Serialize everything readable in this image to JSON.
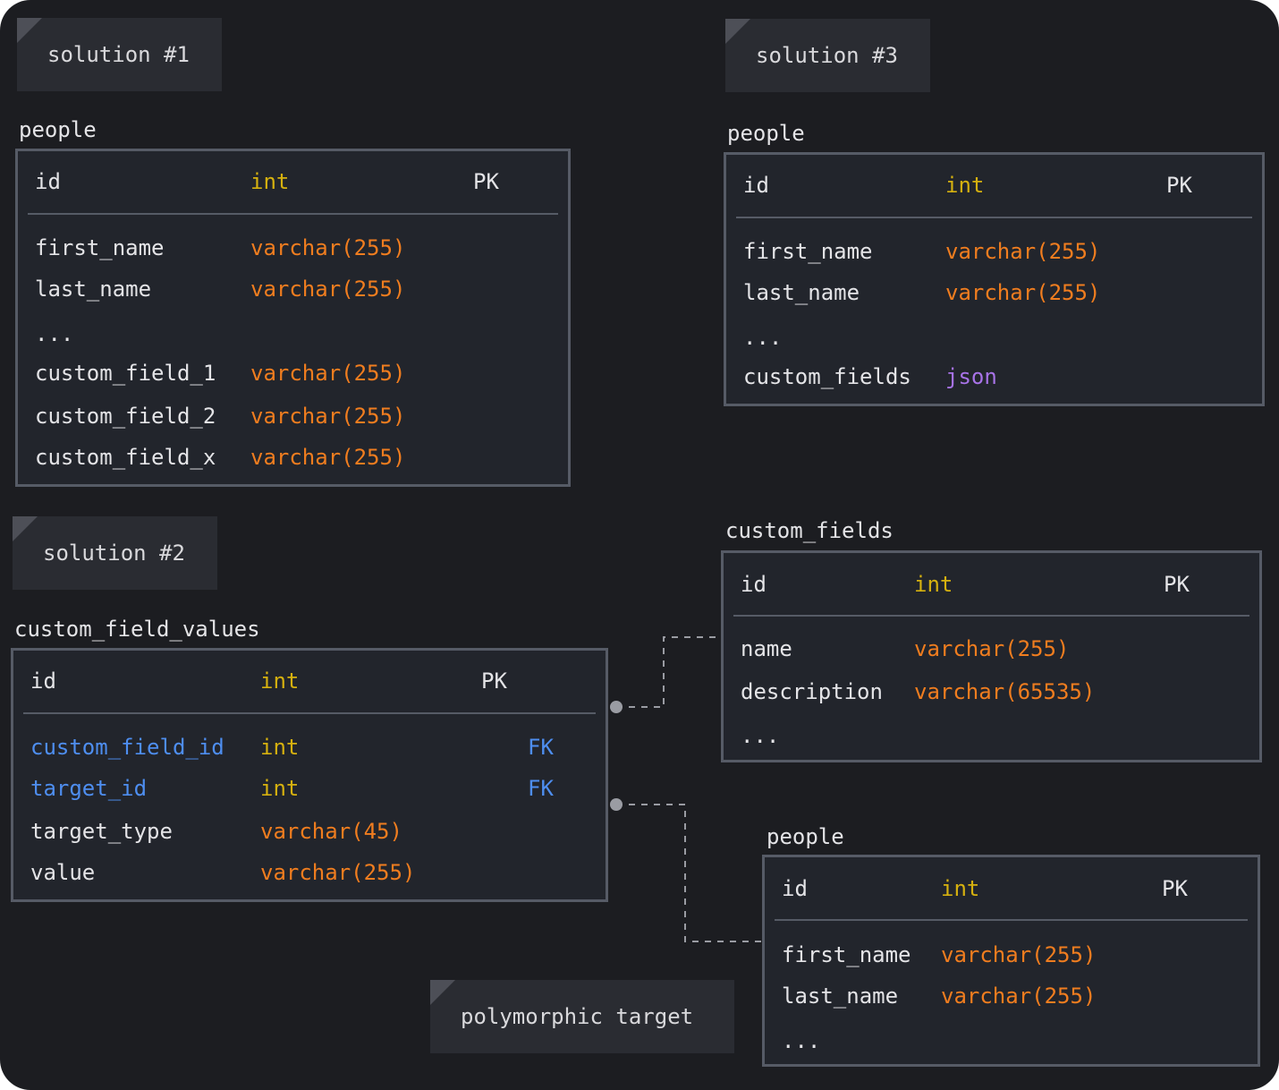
{
  "notes": {
    "sol1": "solution #1",
    "sol2": "solution #2",
    "sol3": "solution #3",
    "poly": "polymorphic target"
  },
  "tables": {
    "people1": {
      "name": "people",
      "pk": {
        "name": "id",
        "type": "int",
        "key": "PK"
      },
      "rows": [
        {
          "name": "first_name",
          "type": "varchar(255)"
        },
        {
          "name": "last_name",
          "type": "varchar(255)"
        },
        {
          "name": "...",
          "type": ""
        },
        {
          "name": "custom_field_1",
          "type": "varchar(255)"
        },
        {
          "name": "custom_field_2",
          "type": "varchar(255)"
        },
        {
          "name": "custom_field_x",
          "type": "varchar(255)"
        }
      ]
    },
    "people3": {
      "name": "people",
      "pk": {
        "name": "id",
        "type": "int",
        "key": "PK"
      },
      "rows": [
        {
          "name": "first_name",
          "type": "varchar(255)"
        },
        {
          "name": "last_name",
          "type": "varchar(255)"
        },
        {
          "name": "...",
          "type": ""
        },
        {
          "name": "custom_fields",
          "type": "json"
        }
      ]
    },
    "cfv": {
      "name": "custom_field_values",
      "pk": {
        "name": "id",
        "type": "int",
        "key": "PK"
      },
      "rows": [
        {
          "name": "custom_field_id",
          "type": "int",
          "key": "FK"
        },
        {
          "name": "target_id",
          "type": "int",
          "key": "FK"
        },
        {
          "name": "target_type",
          "type": "varchar(45)"
        },
        {
          "name": "value",
          "type": "varchar(255)"
        }
      ]
    },
    "cf": {
      "name": "custom_fields",
      "pk": {
        "name": "id",
        "type": "int",
        "key": "PK"
      },
      "rows": [
        {
          "name": "name",
          "type": "varchar(255)"
        },
        {
          "name": "description",
          "type": "varchar(65535)"
        },
        {
          "name": "...",
          "type": ""
        }
      ]
    },
    "people2": {
      "name": "people",
      "pk": {
        "name": "id",
        "type": "int",
        "key": "PK"
      },
      "rows": [
        {
          "name": "first_name",
          "type": "varchar(255)"
        },
        {
          "name": "last_name",
          "type": "varchar(255)"
        },
        {
          "name": "...",
          "type": ""
        }
      ]
    }
  },
  "colors": {
    "background": "#1c1d21",
    "table_fill": "#22252c",
    "border": "#565b66",
    "int_type": "#d6b10f",
    "varchar_type": "#f07d1f",
    "json_type": "#a873e8",
    "foreign_key": "#4e8ef0"
  }
}
